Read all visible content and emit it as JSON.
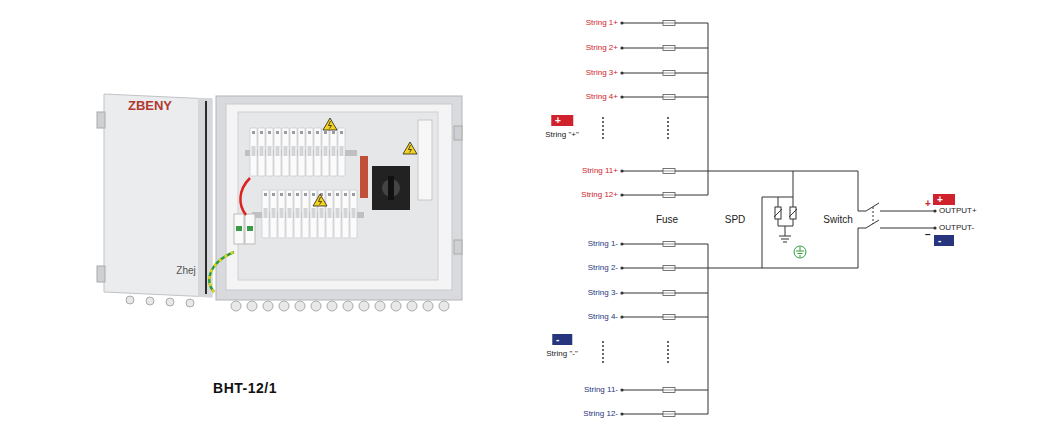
{
  "diagram": {
    "caption": "BHT-12/1",
    "nodes": [
      {
        "text": [
          "+",
          "String \"+\""
        ]
      },
      {
        "text": [
          "+"
        ]
      },
      {
        "text": [
          "-"
        ]
      },
      {
        "text": [
          "-",
          "String \"-\""
        ]
      }
    ],
    "labels": [
      "ZBENY",
      "Zhej",
      "String 1+",
      "String 2+",
      "String 3+",
      "String 4+",
      "String 11+",
      "String 12+",
      "Fuse",
      "SPD",
      "Switch",
      "+",
      "OUTPUT+",
      "OUTPUT-",
      "−",
      "String 1-",
      "String 2-",
      "String 3-",
      "String 4-",
      "String 11-",
      "String 12-"
    ]
  }
}
